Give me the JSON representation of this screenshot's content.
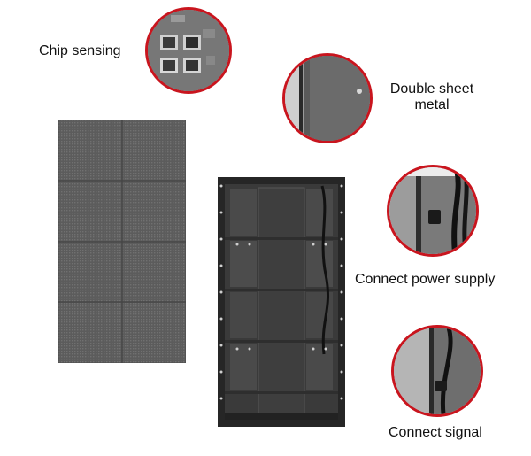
{
  "labels": {
    "chip_sensing": "Chip sensing",
    "double_sheet_metal_line1": "Double sheet",
    "double_sheet_metal_line2": "metal",
    "connect_power_supply": "Connect power supply",
    "connect_signal": "Connect signal"
  },
  "colors": {
    "accent_ring": "#c9151e",
    "panel_front": "#5e5e5e",
    "cabinet_frame": "#2a2a2a",
    "cabinet_plate": "#3c3c3c"
  },
  "module_grid": {
    "columns": 2,
    "rows": 4
  }
}
